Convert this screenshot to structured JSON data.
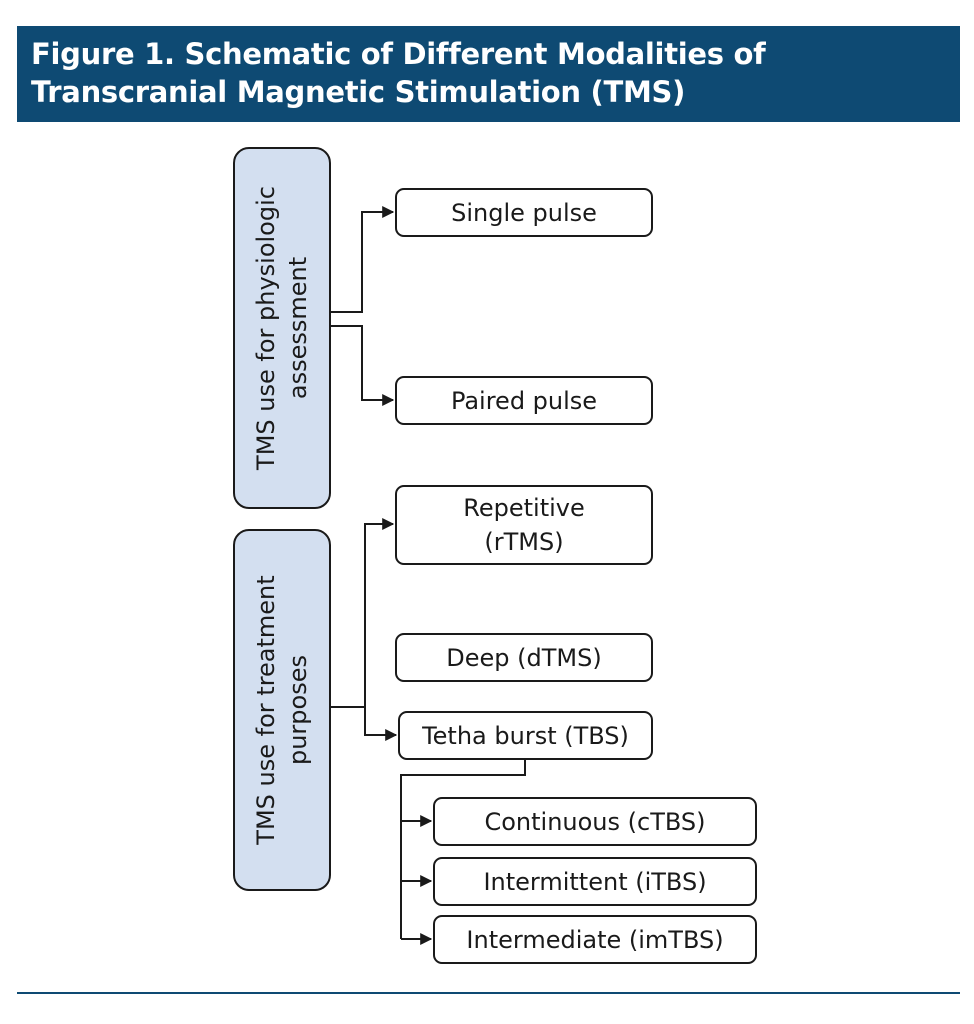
{
  "figure": {
    "title": "Figure 1. Schematic of Different Modalities of Transcranial Magnetic Stimulation (TMS)"
  },
  "categories": [
    {
      "id": "physiologic",
      "label": "TMS use for physiologic assessment",
      "fill": "#d3dff0",
      "children": [
        "Single pulse",
        "Paired pulse"
      ]
    },
    {
      "id": "treatment",
      "label": "TMS use for treatment purposes",
      "fill": "#d3dff0",
      "children": [
        "Repetitive\n(rTMS)",
        "Deep (dTMS)",
        "Tetha burst (TBS)"
      ]
    }
  ],
  "tbs_subtypes": [
    "Continuous (cTBS)",
    "Intermittent (iTBS)",
    "Intermediate (imTBS)"
  ],
  "colors": {
    "header_bg": "#0e4a73",
    "category_fill": "#d3dff0",
    "stroke": "#1a1a1a"
  }
}
